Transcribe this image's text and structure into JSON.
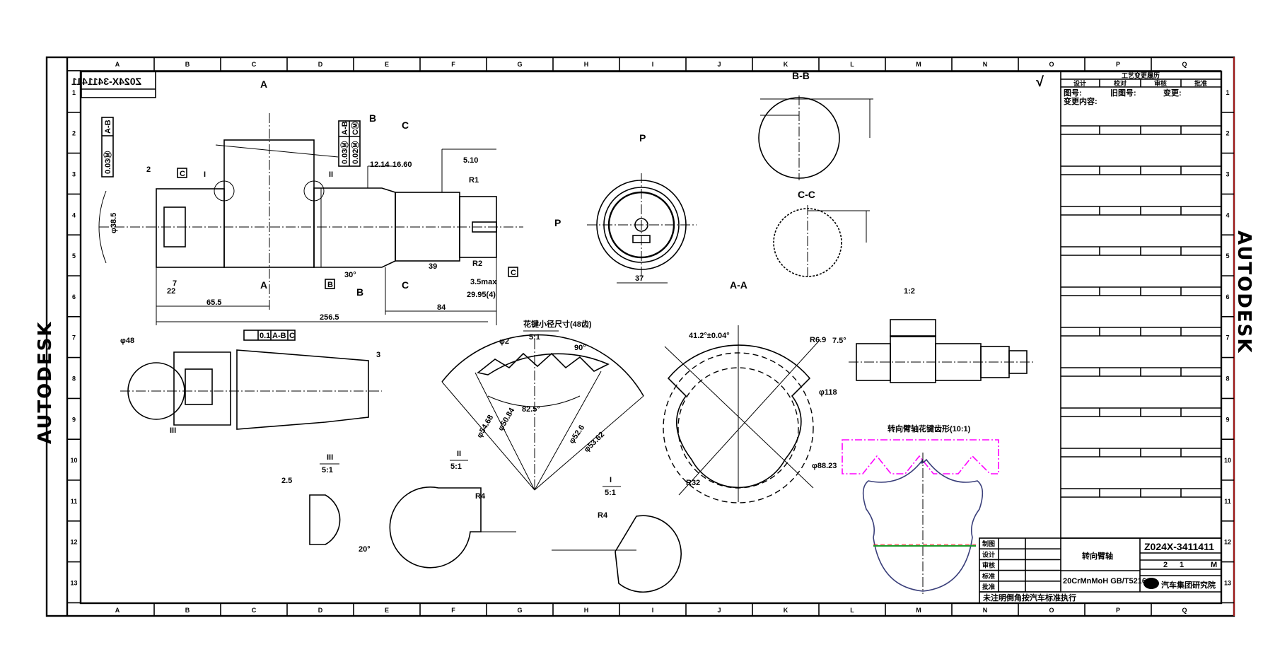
{
  "brand": "AUTODESK",
  "columns": [
    "A",
    "B",
    "C",
    "D",
    "E",
    "F",
    "G",
    "H",
    "I",
    "J",
    "K",
    "L",
    "M",
    "N",
    "O",
    "P",
    "Q"
  ],
  "rows": [
    "1",
    "2",
    "3",
    "4",
    "5",
    "6",
    "7",
    "8",
    "9",
    "10",
    "11",
    "12",
    "13"
  ],
  "drawing_number": "Z024X-3411411",
  "title_block": {
    "part_name": "转向臂轴",
    "material": "20CrMnMoH GB/T5216",
    "drawing_number": "Z024X-3411411",
    "qty": "2",
    "sheet": "1",
    "scale_mark": "M",
    "row_labels": [
      "制图",
      "设计",
      "审核",
      "标准",
      "批准"
    ],
    "company": "汽车集团研究院",
    "note": "未注明倒角按汽车标准执行"
  },
  "change_table": {
    "title": "工艺变更履历",
    "headers": [
      "设计",
      "校对",
      "审核",
      "批准"
    ],
    "fields": [
      "图号:",
      "旧图号:",
      "变更:",
      "变更内容:"
    ]
  },
  "roughness_symbol": "√",
  "views": {
    "section_a": "A",
    "section_b": "B",
    "section_c": "C",
    "view_p": "P",
    "detail_1": "I",
    "detail_2": "II",
    "detail_3": "III",
    "aa": "A-A",
    "bb": "B-B",
    "cc": "C-C",
    "scale_5_1": "5:1",
    "scale_1_2": "1:2",
    "tooth_title": "花键小径尺寸(48齿)",
    "gear_title": "转向臂轴花键齿形(10:1)"
  },
  "dims": {
    "d65": "65.5",
    "d256": "256.5",
    "d84": "84",
    "d39": "39",
    "d2995": "29.95(4)",
    "d35": "3.5max",
    "d37": "37",
    "d1214": "12.14",
    "d1660": "16.60",
    "d510": "5.10",
    "d22": "22",
    "d7": "7",
    "a30": "30°",
    "a75": "7.5°",
    "a412": "41.2°±0.04°",
    "a825": "82.5°",
    "a90": "90°",
    "phi2": "φ2",
    "phi5362": "φ53.62",
    "phi526": "φ52.6",
    "phi118": "φ118",
    "phi8823": "φ88.23",
    "r4": "R4",
    "r1": "R1",
    "r2": "R2",
    "r69": "R6.9",
    "r32": "R32",
    "phi48": "φ48",
    "phi385": "φ38.5",
    "d25": "2.5",
    "a20": "20°",
    "phi5468": "φ54.68",
    "phi5084": "φ50.84",
    "datum_c": "C",
    "datum_b": "B",
    "n2": "2",
    "n3": "3"
  },
  "gdt": {
    "left": [
      "0.03Ⓜ",
      "A-B"
    ],
    "mid_1": [
      "0.03Ⓜ",
      "A-B"
    ],
    "mid_2": [
      "0.02Ⓜ",
      "CⓂ"
    ],
    "bottom": [
      "0.1",
      "A-B",
      "C"
    ]
  }
}
